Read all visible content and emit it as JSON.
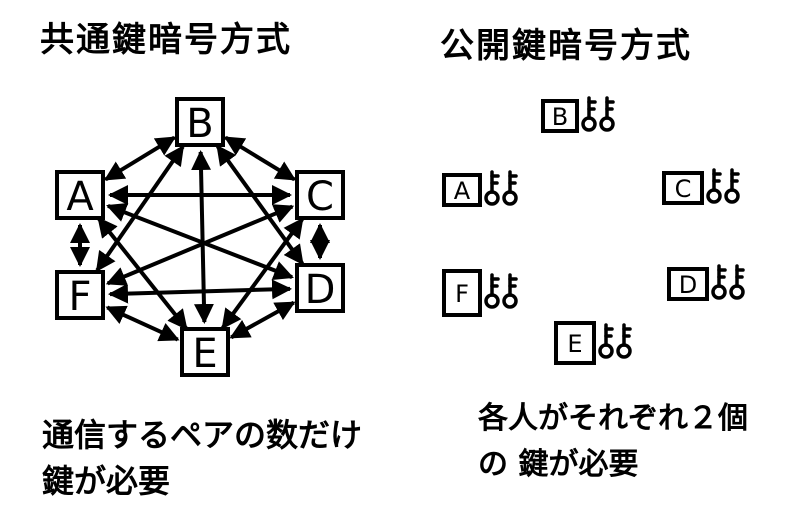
{
  "symmetric": {
    "title": "共通鍵暗号方式",
    "caption": "通信するペアの数だけ\n鍵が必要",
    "nodes": [
      {
        "id": "A",
        "label": "A"
      },
      {
        "id": "B",
        "label": "B"
      },
      {
        "id": "C",
        "label": "C"
      },
      {
        "id": "D",
        "label": "D"
      },
      {
        "id": "E",
        "label": "E"
      },
      {
        "id": "F",
        "label": "F"
      }
    ],
    "edges": [
      [
        "A",
        "B"
      ],
      [
        "A",
        "C"
      ],
      [
        "A",
        "D"
      ],
      [
        "A",
        "E"
      ],
      [
        "A",
        "F"
      ],
      [
        "B",
        "C"
      ],
      [
        "B",
        "D"
      ],
      [
        "B",
        "E"
      ],
      [
        "B",
        "F"
      ],
      [
        "C",
        "D"
      ],
      [
        "C",
        "E"
      ],
      [
        "C",
        "F"
      ],
      [
        "D",
        "E"
      ],
      [
        "D",
        "F"
      ],
      [
        "E",
        "F"
      ]
    ]
  },
  "public_key": {
    "title": "公開鍵暗号方式",
    "caption": "各人がそれぞれ２個\nの 鍵が必要",
    "nodes": [
      {
        "id": "B",
        "label": "B",
        "keys": 2
      },
      {
        "id": "A",
        "label": "A",
        "keys": 2
      },
      {
        "id": "C",
        "label": "C",
        "keys": 2
      },
      {
        "id": "F",
        "label": "F",
        "keys": 2
      },
      {
        "id": "D",
        "label": "D",
        "keys": 2
      },
      {
        "id": "E",
        "label": "E",
        "keys": 2
      }
    ]
  }
}
